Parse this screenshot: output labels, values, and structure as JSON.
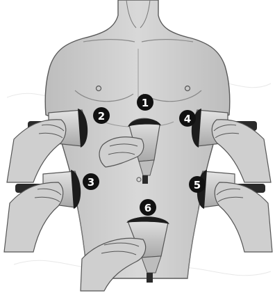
{
  "colors": {
    "background": "#ffffff",
    "skin": "#cfcfcf",
    "skin_dark": "#a9a9a9",
    "outline": "#5a5a5a",
    "probe_body": "#d4d4d4",
    "probe_head": "#1c1c1c",
    "marker": "#111111",
    "marker_text": "#ffffff"
  },
  "markers": [
    {
      "label": "1",
      "probe": "subxiphoid-probe",
      "view": "subxiphoid"
    },
    {
      "label": "2",
      "probe": "right-upper-probe",
      "view": "right-upper-flank"
    },
    {
      "label": "3",
      "probe": "right-lower-probe",
      "view": "right-lower-flank"
    },
    {
      "label": "4",
      "probe": "left-upper-probe",
      "view": "left-upper-flank"
    },
    {
      "label": "5",
      "probe": "left-lower-probe",
      "view": "left-lower-flank"
    },
    {
      "label": "6",
      "probe": "suprapubic-probe",
      "view": "suprapubic"
    }
  ]
}
